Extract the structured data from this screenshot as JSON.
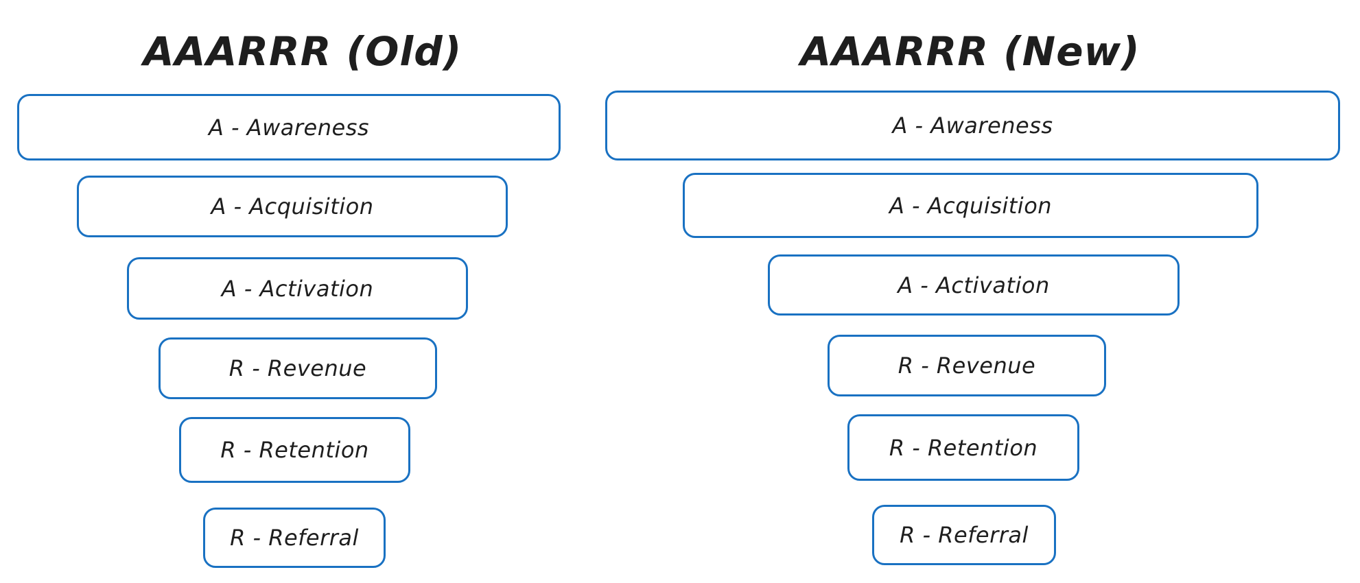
{
  "old": {
    "title": "AAARRR (Old)",
    "stages": [
      "A - Awareness",
      "A - Acquisition",
      "A - Activation",
      "R - Revenue",
      "R - Retention",
      "R - Referral"
    ]
  },
  "new": {
    "title": "AAARRR (New)",
    "stages": [
      "A - Awareness",
      "A - Acquisition",
      "A - Activation",
      "R - Revenue",
      "R - Retention",
      "R - Referral"
    ]
  },
  "colors": {
    "stroke": "#1971c2",
    "text": "#1e1e1e",
    "background": "#ffffff"
  }
}
